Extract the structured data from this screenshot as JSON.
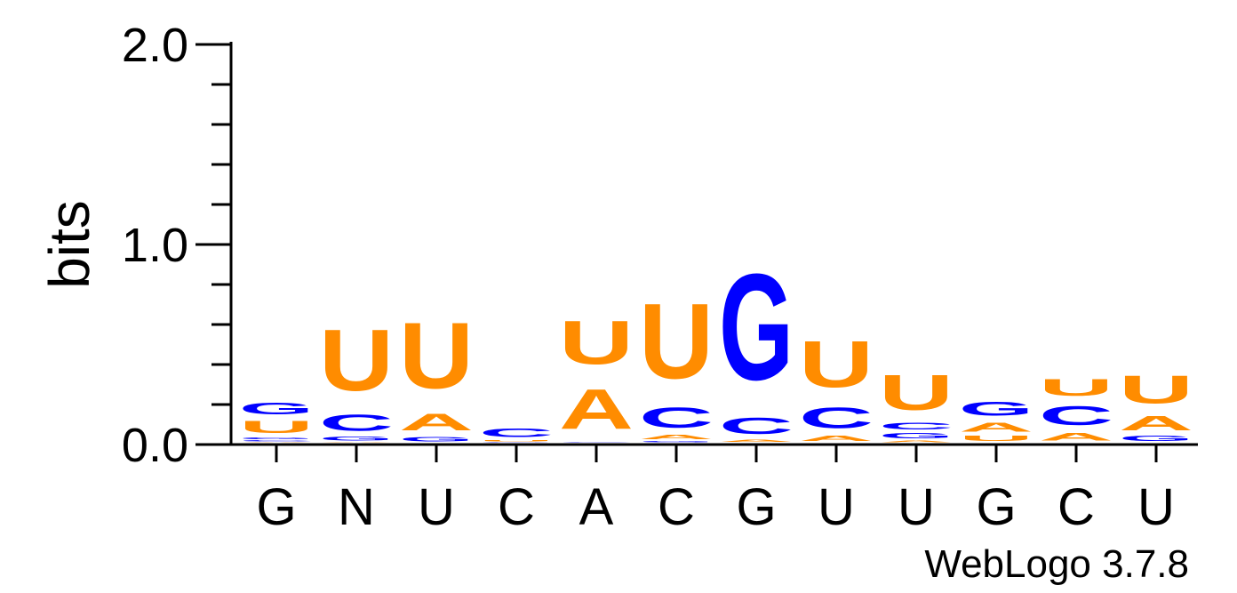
{
  "chart_data": {
    "type": "sequence_logo",
    "ylabel": "bits",
    "ylim": [
      0,
      2
    ],
    "yticks": [
      "0.0",
      "1.0",
      "2.0"
    ],
    "xticks": [
      "G",
      "N",
      "U",
      "C",
      "A",
      "C",
      "G",
      "U",
      "U",
      "G",
      "C",
      "U"
    ],
    "credit": "WebLogo 3.7.8",
    "colors": {
      "A": "#ff8c00",
      "U": "#ff8c00",
      "C": "#0000ff",
      "G": "#0000ff"
    },
    "positions": [
      {
        "stack": [
          [
            "A",
            0.005
          ],
          [
            "C",
            0.01
          ],
          [
            "G",
            0.015
          ],
          [
            "U",
            0.095
          ],
          [
            "G",
            0.09
          ]
        ]
      },
      {
        "stack": [
          [
            "A",
            0.005
          ],
          [
            "G",
            0.03
          ],
          [
            "C",
            0.13
          ],
          [
            "U",
            0.49
          ]
        ]
      },
      {
        "stack": [
          [
            "G",
            0.035
          ],
          [
            "A",
            0.135
          ],
          [
            "U",
            0.525
          ]
        ]
      },
      {
        "stack": [
          [
            "G",
            0.005
          ],
          [
            "U",
            0.01
          ],
          [
            "C",
            0.07
          ]
        ]
      },
      {
        "stack": [
          [
            "C",
            0.005
          ],
          [
            "A",
            0.32
          ],
          [
            "U",
            0.345
          ]
        ]
      },
      {
        "stack": [
          [
            "G",
            0.01
          ],
          [
            "A",
            0.035
          ],
          [
            "C",
            0.16
          ],
          [
            "U",
            0.6
          ]
        ]
      },
      {
        "stack": [
          [
            "A",
            0.02
          ],
          [
            "C",
            0.13
          ],
          [
            "G",
            0.85
          ]
        ]
      },
      {
        "stack": [
          [
            "A",
            0.04
          ],
          [
            "C",
            0.165
          ],
          [
            "U",
            0.37
          ]
        ]
      },
      {
        "stack": [
          [
            "A",
            0.015
          ],
          [
            "G",
            0.04
          ],
          [
            "C",
            0.055
          ],
          [
            "U",
            0.28
          ]
        ]
      },
      {
        "stack": [
          [
            "U",
            0.04
          ],
          [
            "A",
            0.075
          ],
          [
            "G",
            0.11
          ]
        ]
      },
      {
        "stack": [
          [
            "A",
            0.06
          ],
          [
            "C",
            0.15
          ],
          [
            "U",
            0.135
          ]
        ]
      },
      {
        "stack": [
          [
            "G",
            0.04
          ],
          [
            "A",
            0.115
          ],
          [
            "U",
            0.22
          ]
        ]
      }
    ]
  }
}
